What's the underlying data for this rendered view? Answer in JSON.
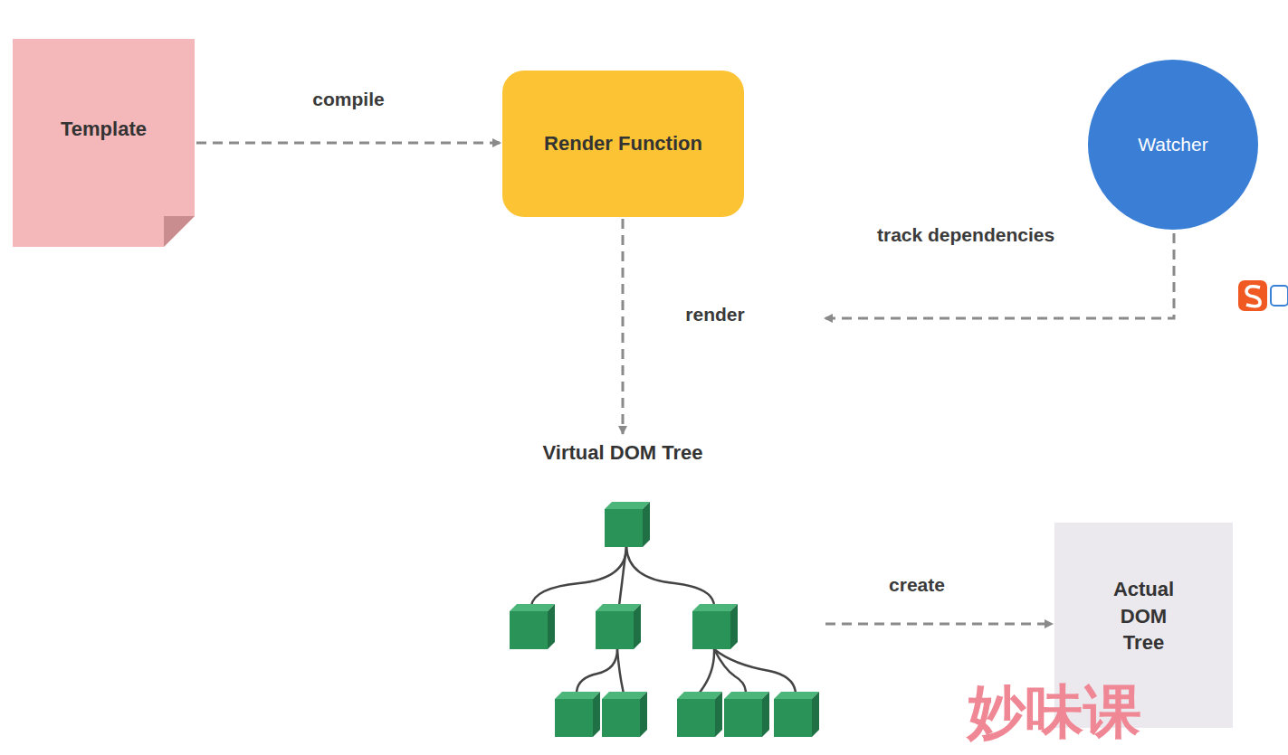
{
  "diagram": {
    "nodes": [
      {
        "text": [
          "Template"
        ]
      },
      {
        "text": [
          "Render Function"
        ]
      },
      {
        "text": [
          "Watcher"
        ]
      },
      {
        "text": [
          "Virtual DOM Tree"
        ]
      },
      {
        "text": [
          "Actual DOM Tree"
        ]
      }
    ],
    "edges": [
      {
        "from": 0,
        "to": 1,
        "arrow": "to",
        "label": "compile"
      },
      {
        "from": 1,
        "to": 3,
        "arrow": "to",
        "label": "render"
      },
      {
        "from": 3,
        "to": 4,
        "arrow": "to",
        "label": "create"
      }
    ],
    "labels": [
      "track dependencies",
      "妙味课"
    ]
  }
}
